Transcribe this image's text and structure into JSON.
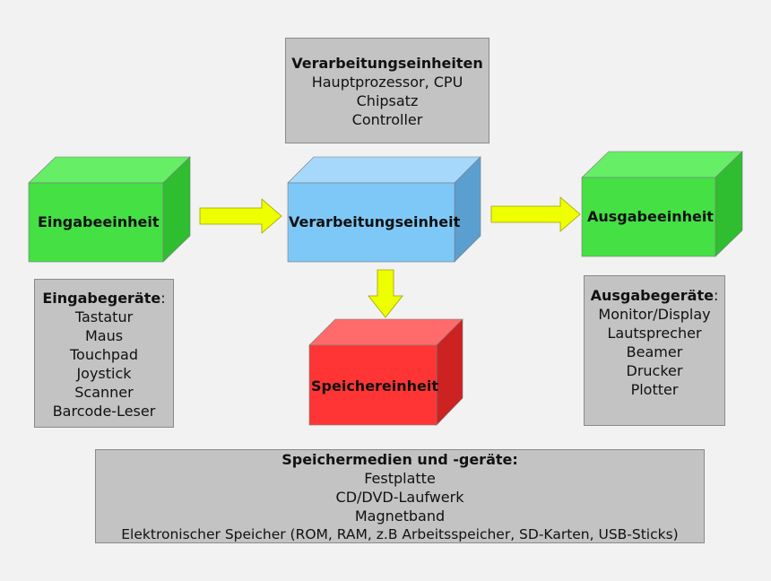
{
  "colors": {
    "input_unit": "#44e044",
    "output_unit": "#44e044",
    "processing_unit": "#7ec8f8",
    "storage_unit": "#ff3535",
    "arrow": "#eeff00",
    "info_box": "#c3c3c3"
  },
  "units": {
    "input": "Eingabeeinheit",
    "processing": "Verarbeitungseinheit",
    "output": "Ausgabeeinheit",
    "storage": "Speichereinheit"
  },
  "processing_box": {
    "title": "Verarbeitungseinheiten",
    "items": [
      "Hauptprozessor, CPU",
      "Chipsatz",
      "Controller"
    ]
  },
  "input_box": {
    "title": "Eingabegeräte",
    "colon": ":",
    "items": [
      "Tastatur",
      "Maus",
      "Touchpad",
      "Joystick",
      "Scanner",
      "Barcode-Leser"
    ]
  },
  "output_box": {
    "title": "Ausgabegeräte",
    "colon": ":",
    "items": [
      "Monitor/Display",
      "Lautsprecher",
      "Beamer",
      "Drucker",
      "Plotter"
    ]
  },
  "storage_box": {
    "title": "Speichermedien und -geräte:",
    "items": [
      "Festplatte",
      "CD/DVD-Laufwerk",
      "Magnetband",
      "Elektronischer Speicher (ROM, RAM, z.B Arbeitsspeicher, SD-Karten, USB-Sticks)"
    ]
  },
  "arrows": [
    "input-to-processing",
    "processing-to-output",
    "processing-to-storage"
  ]
}
